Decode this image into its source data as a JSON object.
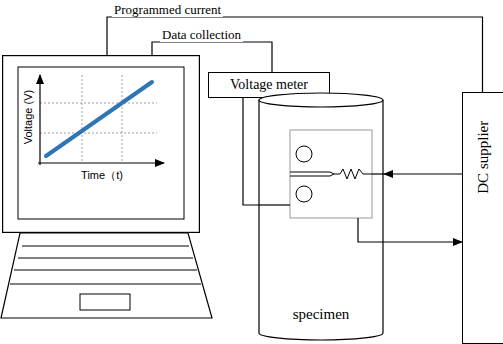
{
  "diagram": {
    "nodes": [
      {
        "text": [
          "Voltage (V)",
          "Time（t)"
        ]
      },
      {
        "text": [
          "Voltage meter"
        ]
      },
      {
        "text": [
          "specimen"
        ]
      },
      {
        "text": [
          "DC supplier"
        ]
      }
    ],
    "edges": [
      {
        "from": 0,
        "to": 3,
        "label": "Programmed current",
        "arrow": "none"
      },
      {
        "from": 1,
        "to": 0,
        "label": "Data collection",
        "arrow": "none"
      },
      {
        "from": 1,
        "to": 2,
        "arrow": "none"
      },
      {
        "from": 3,
        "to": 2,
        "arrow": "to"
      },
      {
        "from": 2,
        "to": 3,
        "arrow": "to"
      }
    ]
  }
}
